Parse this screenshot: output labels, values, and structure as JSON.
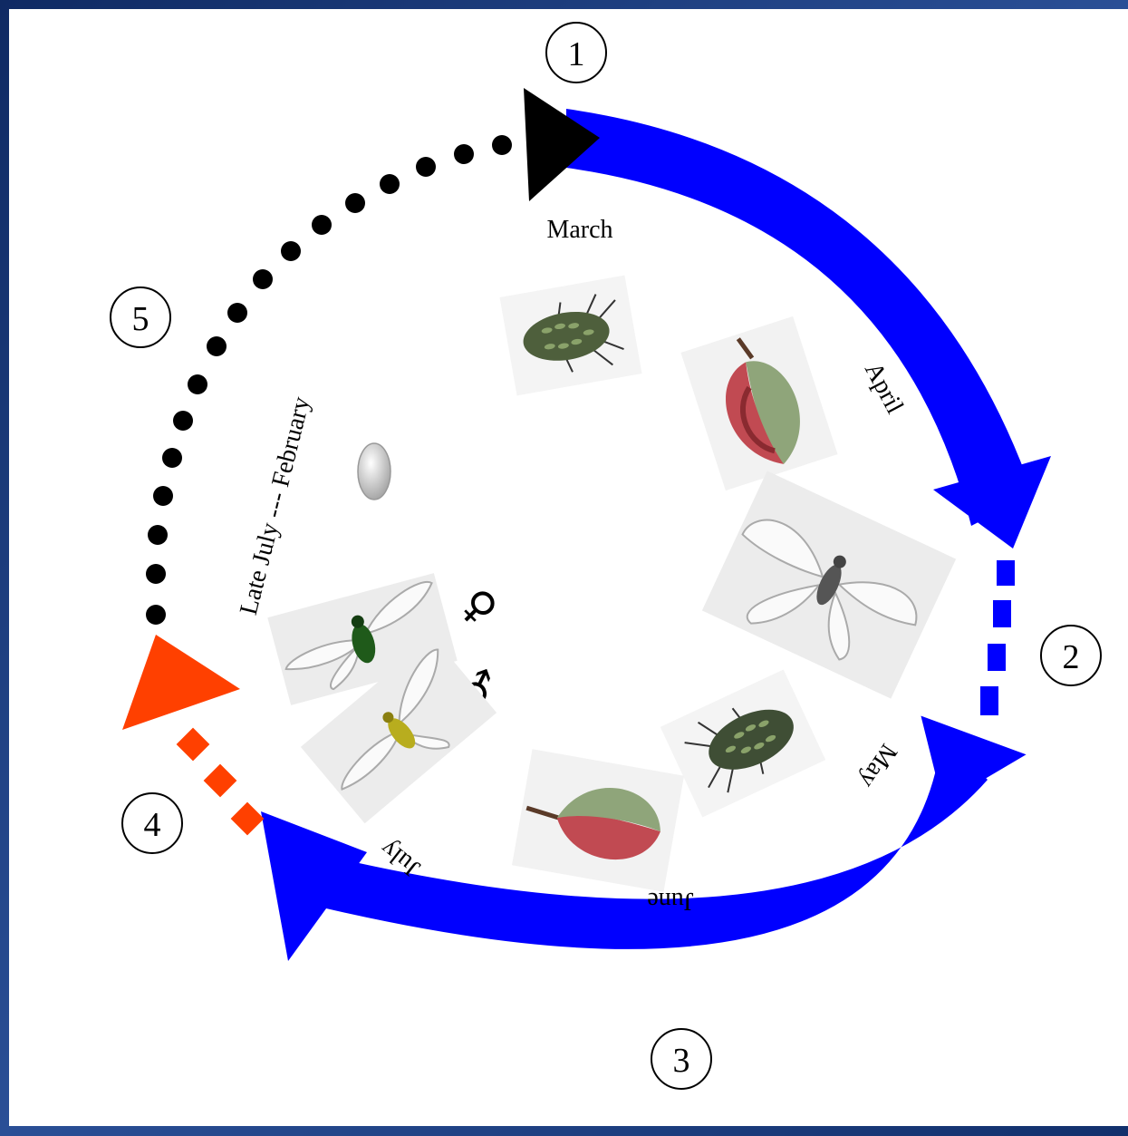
{
  "stages": [
    {
      "number": "1",
      "label": "March"
    },
    {
      "number": "2",
      "label": "April"
    },
    {
      "number": "3",
      "label": "May"
    },
    {
      "number": "4",
      "label": "June"
    },
    {
      "number": "5",
      "label": "July"
    }
  ],
  "overwinter_label": "Late July --- February",
  "sex_symbols": {
    "female": "♀",
    "male": "♂"
  },
  "colors": {
    "main_arrow": "#0000ff",
    "dormant_arrow": "#000000",
    "sexual_arrow": "#ff4000",
    "border": "#1d3b7a"
  },
  "icons": [
    "aphid-nymph-icon",
    "leaf-gall-icon",
    "winged-aphid-icon",
    "aphid-nymph-icon",
    "leaf-gall-icon",
    "winged-female-aphid-icon",
    "winged-male-aphid-icon",
    "egg-icon"
  ]
}
